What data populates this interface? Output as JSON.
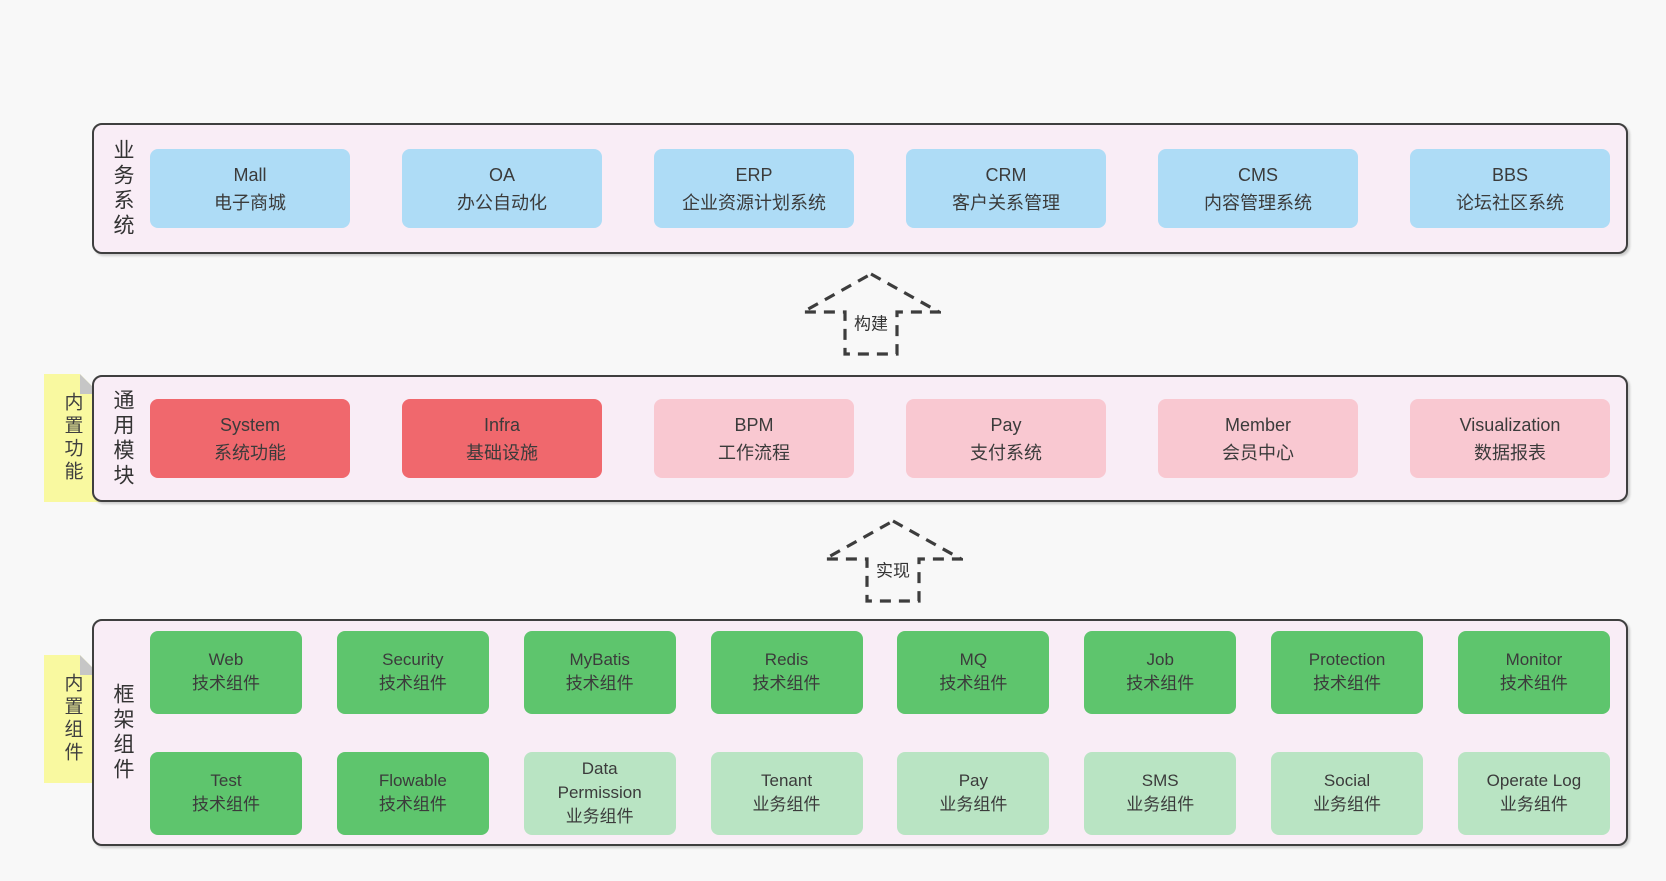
{
  "diagram": {
    "layers": {
      "business": {
        "label": "业务系统",
        "boxes": [
          {
            "title": "Mall",
            "subtitle": "电子商城"
          },
          {
            "title": "OA",
            "subtitle": "办公自动化"
          },
          {
            "title": "ERP",
            "subtitle": "企业资源计划系统"
          },
          {
            "title": "CRM",
            "subtitle": "客户关系管理"
          },
          {
            "title": "CMS",
            "subtitle": "内容管理系统"
          },
          {
            "title": "BBS",
            "subtitle": "论坛社区系统"
          }
        ]
      },
      "modules": {
        "label": "通用模块",
        "sticky": "内置功能",
        "boxes": [
          {
            "title": "System",
            "subtitle": "系统功能"
          },
          {
            "title": "Infra",
            "subtitle": "基础设施"
          },
          {
            "title": "BPM",
            "subtitle": "工作流程"
          },
          {
            "title": "Pay",
            "subtitle": "支付系统"
          },
          {
            "title": "Member",
            "subtitle": "会员中心"
          },
          {
            "title": "Visualization",
            "subtitle": "数据报表"
          }
        ]
      },
      "components": {
        "label": "框架组件",
        "sticky": "内置组件",
        "row1": [
          {
            "title": "Web",
            "subtitle": "技术组件"
          },
          {
            "title": "Security",
            "subtitle": "技术组件"
          },
          {
            "title": "MyBatis",
            "subtitle": "技术组件"
          },
          {
            "title": "Redis",
            "subtitle": "技术组件"
          },
          {
            "title": "MQ",
            "subtitle": "技术组件"
          },
          {
            "title": "Job",
            "subtitle": "技术组件"
          },
          {
            "title": "Protection",
            "subtitle": "技术组件"
          },
          {
            "title": "Monitor",
            "subtitle": "技术组件"
          }
        ],
        "row2": [
          {
            "title": "Test",
            "subtitle": "技术组件"
          },
          {
            "title": "Flowable",
            "subtitle": "技术组件"
          },
          {
            "title": "Data Permission",
            "subtitle": "业务组件"
          },
          {
            "title": "Tenant",
            "subtitle": "业务组件"
          },
          {
            "title": "Pay",
            "subtitle": "业务组件"
          },
          {
            "title": "SMS",
            "subtitle": "业务组件"
          },
          {
            "title": "Social",
            "subtitle": "业务组件"
          },
          {
            "title": "Operate Log",
            "subtitle": "业务组件"
          }
        ]
      }
    },
    "arrows": [
      {
        "label": "构建"
      },
      {
        "label": "实现"
      }
    ],
    "colors": {
      "background": "#f8f8f8",
      "container_bg": "#f9edf6",
      "container_border": "#3f3f3f",
      "blue": "#aedcf6",
      "red": "#f0686d",
      "pink": "#f9c8d1",
      "green": "#5ec56d",
      "light_green": "#b9e4c3",
      "sticky_yellow": "#f9f9a0",
      "fold_gray": "#c6c6c6",
      "text": "#3b3b3b"
    }
  }
}
